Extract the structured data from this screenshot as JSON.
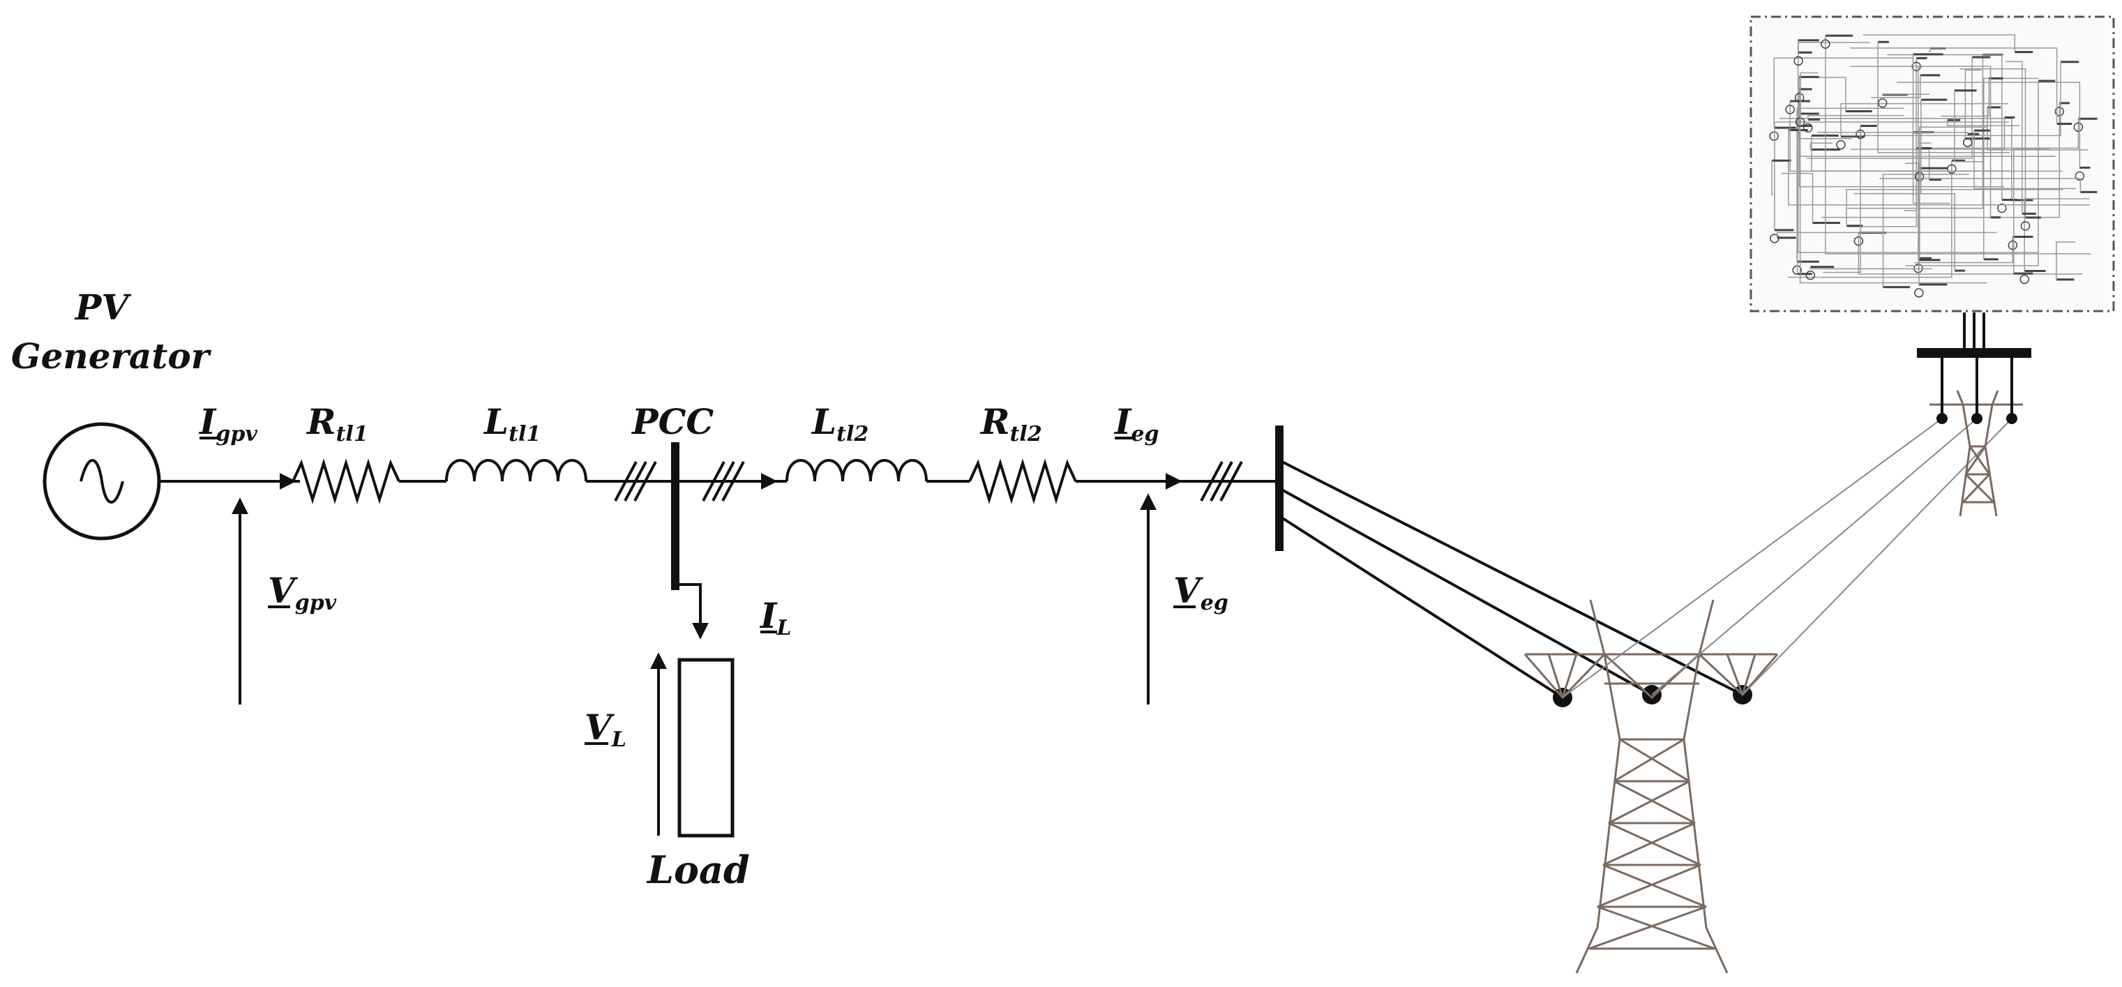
{
  "labels": {
    "generator_line1": "PV",
    "generator_line2": "Generator",
    "i_gpv_main": "I",
    "i_gpv_sub": "gpv",
    "r_tl1_main": "R",
    "r_tl1_sub": "tl1",
    "l_tl1_main": "L",
    "l_tl1_sub": "tl1",
    "pcc": "PCC",
    "l_tl2_main": "L",
    "l_tl2_sub": "tl2",
    "r_tl2_main": "R",
    "r_tl2_sub": "tl2",
    "i_eg_main": "I",
    "i_eg_sub": "eg",
    "v_gpv_main": "V",
    "v_gpv_sub": "gpv",
    "i_l_main": "I",
    "i_l_sub": "L",
    "v_l_main": "V",
    "v_l_sub": "L",
    "v_eg_main": "V",
    "v_eg_sub": "eg",
    "load": "Load"
  },
  "colors": {
    "line": "#111111",
    "tower": "#7a6a60",
    "grid_inset_border": "#555555"
  },
  "icons": {
    "generator": "ac-source-icon",
    "grid": "power-grid-network-icon",
    "tower": "transmission-tower-icon"
  }
}
